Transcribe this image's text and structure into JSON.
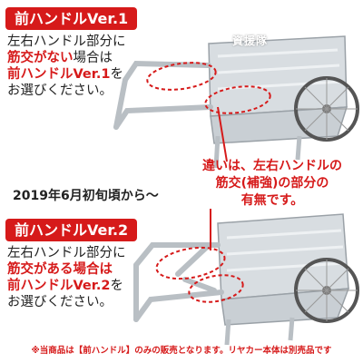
{
  "section1": {
    "badge": "前ハンドルVer.1",
    "lines": [
      "左右ハンドル部分に",
      "筋交がない",
      "場合は",
      "前ハンドルVer.1",
      "を",
      "お選びください。"
    ]
  },
  "section2": {
    "badge": "前ハンドルVer.2",
    "lines": [
      "左右ハンドル部分に",
      "筋交がある場合は",
      "前ハンドルVer.2",
      "を",
      "お選びください。"
    ]
  },
  "date_note": "2019年6月初旬頃から〜",
  "callout": {
    "lines": [
      "違いは、左右ハンドルの",
      "筋交(補強)の部分の",
      "有無です。"
    ]
  },
  "watermark": "資援隊",
  "footnote": "※当商品は【前ハンドル】のみの販売となります。リヤカー本体は別売品です",
  "colors": {
    "accent": "#d61a1a",
    "frame": "#b9bfc4",
    "panel": "#d8dde1"
  }
}
